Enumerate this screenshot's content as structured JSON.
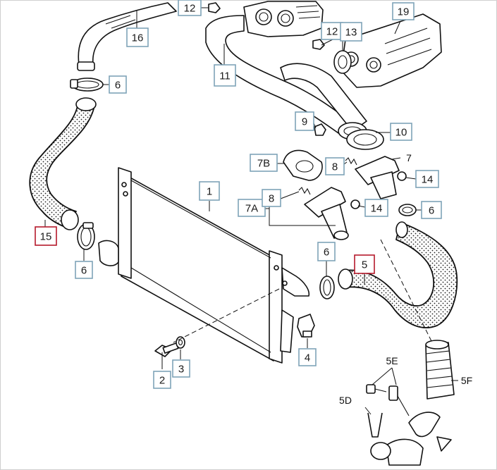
{
  "diagram": {
    "colors": {
      "callout_border": "#7fa3b8",
      "highlight_border": "#b5192b",
      "line": "#111111",
      "background": "#ffffff"
    },
    "callouts": {
      "c1": {
        "label": "1",
        "highlight": false
      },
      "c2": {
        "label": "2",
        "highlight": false
      },
      "c3": {
        "label": "3",
        "highlight": false
      },
      "c4": {
        "label": "4",
        "highlight": false
      },
      "c5": {
        "label": "5",
        "highlight": true
      },
      "c6a": {
        "label": "6",
        "highlight": false
      },
      "c6b": {
        "label": "6",
        "highlight": false
      },
      "c6c": {
        "label": "6",
        "highlight": false
      },
      "c6d": {
        "label": "6",
        "highlight": false
      },
      "c7a": {
        "label": "7A",
        "highlight": false
      },
      "c7b": {
        "label": "7B",
        "highlight": false
      },
      "c8a": {
        "label": "8",
        "highlight": false
      },
      "c8b": {
        "label": "8",
        "highlight": false
      },
      "c9": {
        "label": "9",
        "highlight": false
      },
      "c10": {
        "label": "10",
        "highlight": false
      },
      "c11": {
        "label": "11",
        "highlight": false
      },
      "c12a": {
        "label": "12",
        "highlight": false
      },
      "c12b": {
        "label": "12",
        "highlight": false
      },
      "c13": {
        "label": "13",
        "highlight": false
      },
      "c14a": {
        "label": "14",
        "highlight": false
      },
      "c14b": {
        "label": "14",
        "highlight": false
      },
      "c15": {
        "label": "15",
        "highlight": true
      },
      "c16": {
        "label": "16",
        "highlight": false
      },
      "c19": {
        "label": "19",
        "highlight": false
      }
    },
    "plain_labels": {
      "l7": "7",
      "l5E": "5E",
      "l5F": "5F",
      "l5D": "5D"
    }
  }
}
